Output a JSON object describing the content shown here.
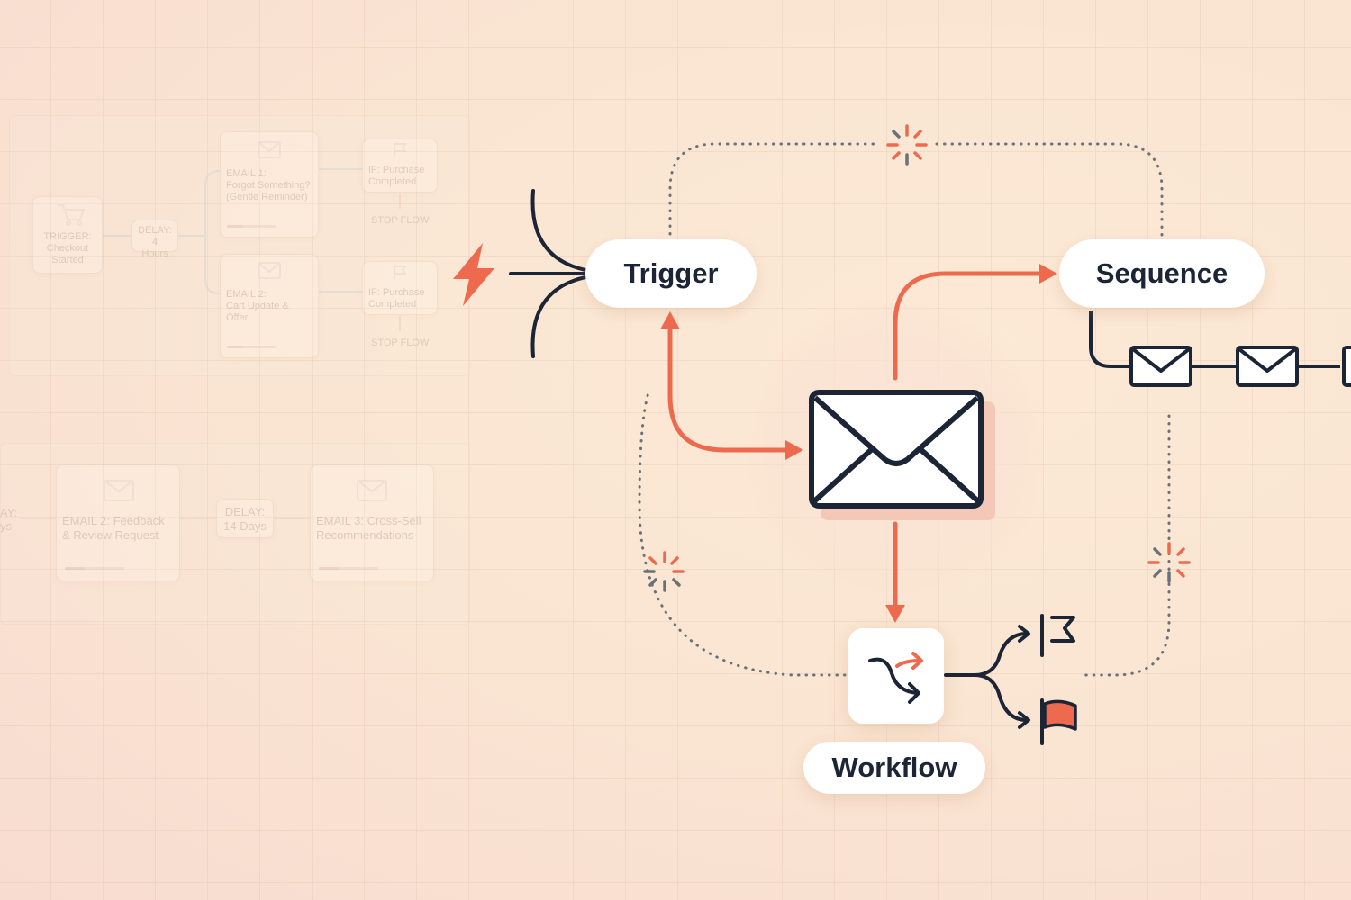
{
  "labels": {
    "trigger": "Trigger",
    "sequence": "Sequence",
    "workflow": "Workflow"
  },
  "background_flow": {
    "trigger": [
      "TRIGGER:",
      "Checkout",
      "Started"
    ],
    "delay_1": [
      "DELAY:",
      "4 Hours"
    ],
    "email_1": [
      "EMAIL 1:",
      "Forgot Something?",
      "(Gentle Reminder)"
    ],
    "email_2": [
      "EMAIL 2:",
      "Cart Update &",
      "Offer"
    ],
    "condition_1": [
      "IF: Purchase",
      "Completed"
    ],
    "condition_2": [
      "IF: Purchase",
      "Completed"
    ],
    "stop_1": "STOP FLOW",
    "stop_2": "STOP FLOW",
    "delay_left_partial": [
      "AY:",
      "ys"
    ],
    "email_feedback": [
      "EMAIL 2: Feedback",
      "& Review Request"
    ],
    "delay_2": [
      "DELAY:",
      "14 Days"
    ],
    "email_cross_sell": [
      "EMAIL 3: Cross-Sell",
      "Recommendations"
    ]
  },
  "colors": {
    "accent": "#ee6a4f",
    "ink": "#1c2536",
    "ghost_text": "#b9a89c"
  },
  "icons": {
    "trigger": "lightning-bolt-icon",
    "center": "envelope-icon",
    "workflow": "branch-arrows-icon",
    "flag_outline": "flag-outline-icon",
    "flag_filled": "flag-filled-icon"
  }
}
